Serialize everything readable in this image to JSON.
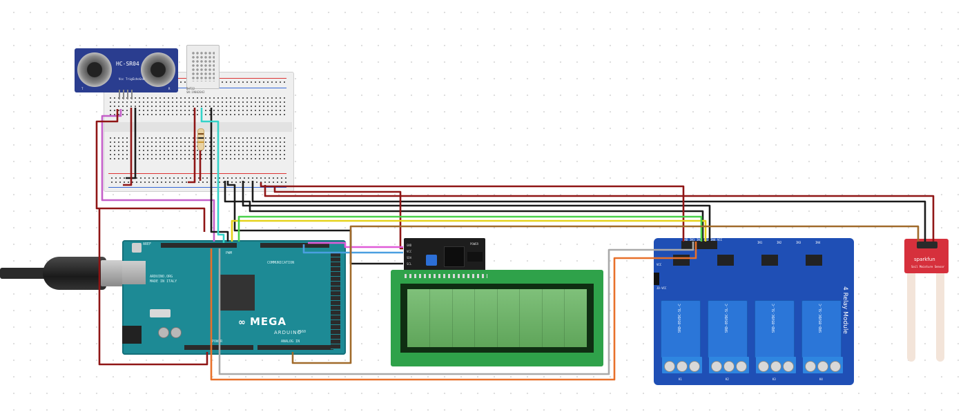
{
  "components": {
    "sonar": {
      "label": "HC-SR04",
      "pin_vcc": "Vcc",
      "pin_trig": "Trig",
      "pin_echo": "Echo",
      "pin_gnd": "Gnd",
      "t_mark": "T",
      "r_mark": "R"
    },
    "dht": {
      "label": "DHT22",
      "sub": "SN:19002042"
    },
    "mega": {
      "logo": "MEGA",
      "brand": "ARDUINO",
      "model": "2560",
      "comm_label": "COMMUNICATION",
      "pwm_label": "PWM",
      "power_label": "POWER",
      "analog_label": "ANALOG IN",
      "made_in": "ARDUINO.ORG",
      "made_in_sub": "MADE IN ITALY",
      "aref": "AREF"
    },
    "i2c": {
      "label": "POWER",
      "pins": [
        "GND",
        "VCC",
        "SDA",
        "SCL"
      ]
    },
    "relay": {
      "title": "4 Relay Module",
      "pins": [
        "GND",
        "IN1",
        "IN2",
        "IN3",
        "IN4",
        "VCC"
      ],
      "in_labels": [
        "IN1",
        "IN2",
        "IN3",
        "IN4"
      ],
      "jd_label": "JD-VCC",
      "vcc_label": "VCC",
      "coil_text": "SRD-05VDC-SL-C",
      "k_labels": [
        "K1",
        "K2",
        "K3",
        "K4"
      ]
    },
    "soil": {
      "brand": "sparkfun",
      "model": "Soil Moisture Sensor"
    }
  }
}
